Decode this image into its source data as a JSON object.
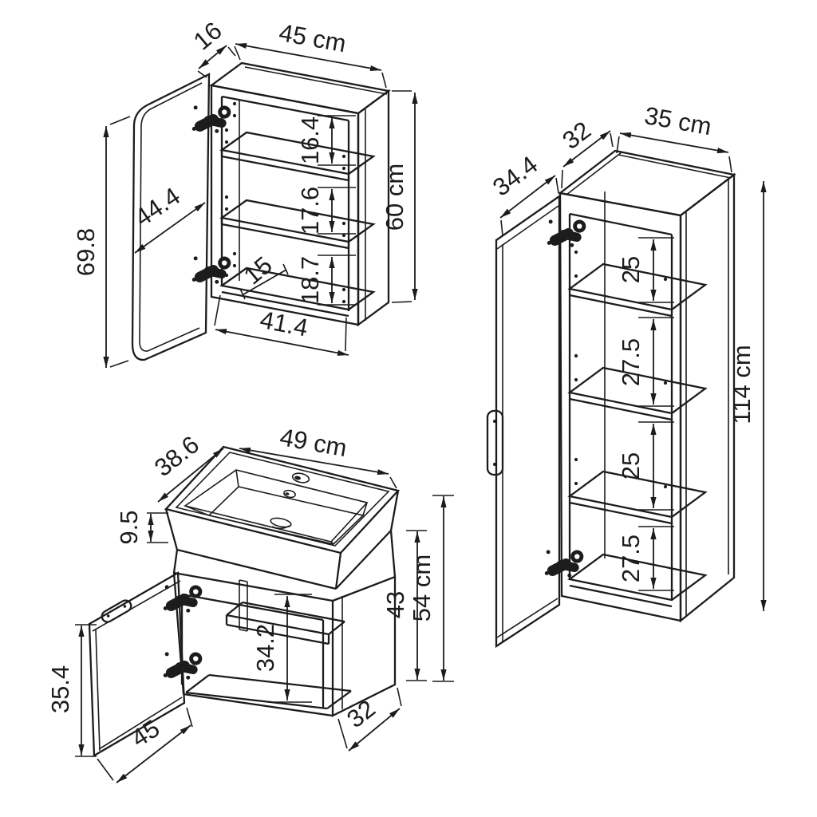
{
  "style": {
    "ink": "#1c1c1c",
    "background": "#ffffff"
  },
  "mirror_cabinet": {
    "dims": {
      "top_depth": "16",
      "top_width": "45 cm",
      "height": "60 cm",
      "door_height": "69.8",
      "door_width": "44.4",
      "gap_top": "16.4",
      "gap_middle": "17.6",
      "gap_bottom": "18.7",
      "inner_depth": "15",
      "inner_width": "41.4"
    }
  },
  "tall_cabinet": {
    "dims": {
      "top_depth": "32",
      "top_width": "35 cm",
      "door_width": "34.4",
      "height": "114 cm",
      "gap_1": "25",
      "gap_2": "27.5",
      "gap_3": "25",
      "gap_4": "27.5"
    }
  },
  "vanity": {
    "dims": {
      "top_width": "49 cm",
      "top_depth": "38.6",
      "basin_height": "9.5",
      "body_height": "43",
      "total_height": "54 cm",
      "inner_height": "34.2",
      "door_height": "35.4",
      "door_width": "45",
      "bottom_depth": "32"
    }
  }
}
